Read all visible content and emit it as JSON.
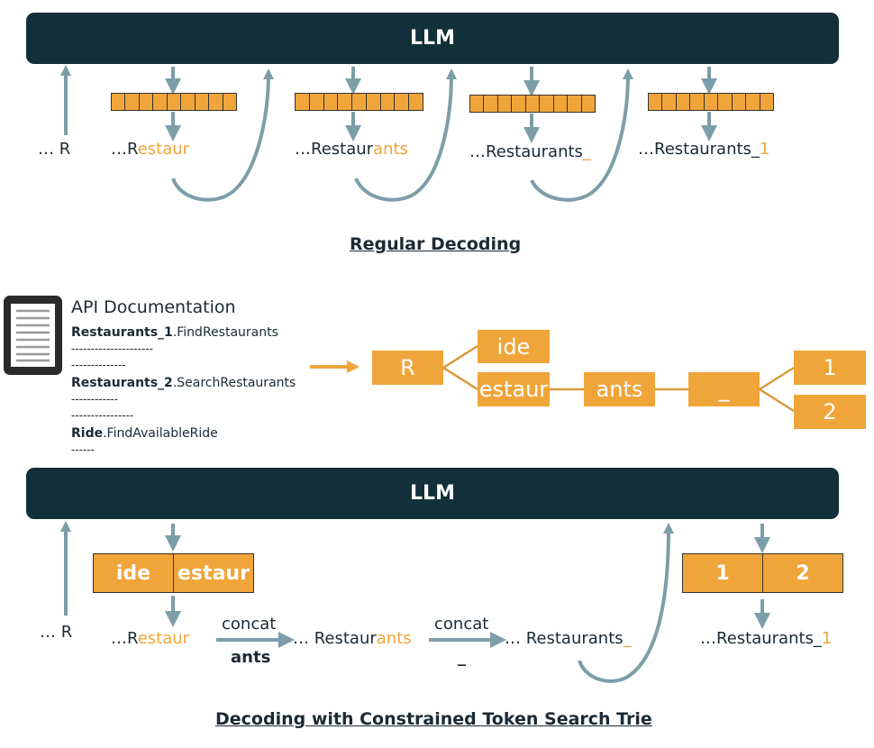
{
  "llm_label": "LLM",
  "regular": {
    "caption": "Regular Decoding",
    "start": "… R",
    "steps": [
      {
        "prefix": "…R",
        "suffix": "estaur"
      },
      {
        "prefix": "…Restaur",
        "suffix": "ants"
      },
      {
        "prefix": "…Restaurants",
        "suffix": "_"
      },
      {
        "prefix": "…Restaurants_",
        "suffix": "1"
      }
    ]
  },
  "doc": {
    "title": "API Documentation",
    "lines": [
      {
        "bold": "Restaurants_1",
        "rest": ".FindRestaurants"
      },
      {
        "bold": "Restaurants_2",
        "rest": ".SearchRestaurants"
      },
      {
        "bold": "Ride",
        "rest": ".FindAvailableRide"
      }
    ],
    "dashes": [
      "---------------------",
      "--------------",
      "------------",
      "----------------",
      "------"
    ]
  },
  "trie": {
    "root": "R",
    "nodes": [
      "ide",
      "estaur",
      "ants",
      "_",
      "1",
      "2"
    ]
  },
  "constrained": {
    "caption": "Decoding with Constrained Token Search Trie",
    "start": "… R",
    "candidates_1": [
      "ide",
      "estaur"
    ],
    "candidates_2": [
      "1",
      "2"
    ],
    "step1": {
      "prefix": "…R",
      "suffix": "estaur"
    },
    "concat_label": "concat",
    "concat_1": "ants",
    "concat_2": "_",
    "step2": {
      "prefix": "… Restaur",
      "suffix": "ants"
    },
    "step3": {
      "prefix": "… Restaurants",
      "suffix": "_"
    },
    "step4": {
      "prefix": "…Restaurants_",
      "suffix": "1"
    }
  },
  "colors": {
    "accent": "#f0a53a",
    "dark": "#12303a",
    "arrow": "#7c9ea8"
  }
}
